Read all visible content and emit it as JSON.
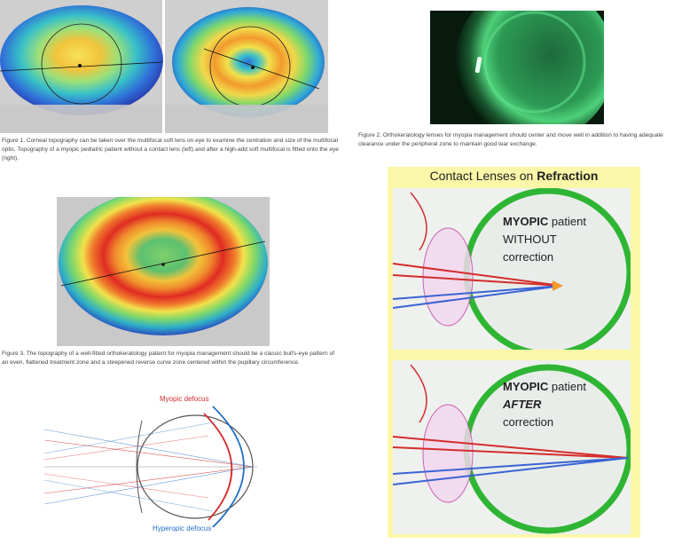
{
  "figure1": {
    "caption": "Figure 1. Corneal topography can be taken over the multifocal soft lens on eye to examine the centration and size of the multifocal optic. Topography of a myopic pediatric patient without a contact lens (left) and after a high-add soft multifocal is fitted onto the eye (right)."
  },
  "figure2": {
    "caption": "Figure 2. Orthokeratology lenses for myopia management should center and move well in addition to having adequate clearance under the peripheral zone to maintain good tear exchange."
  },
  "figure3": {
    "caption": "Figure 3. The topography of a well-fitted orthokeratology patient for myopia management should be a classic bull's-eye pattern of an even, flattened treatment zone and a steepened reverse curve zone centered within the pupillary circumference."
  },
  "defocus_diagram": {
    "myopic_label": "Myopic defocus",
    "hyperopic_label": "Hyperopic defocus",
    "colors": {
      "myopic": "#d42c2c",
      "hyperopic": "#1f6fc4"
    }
  },
  "refraction_poster": {
    "title_prefix": "Contact Lenses on ",
    "title_bold": "Refraction",
    "top_panel": {
      "line1_bold": "MYOPIC",
      "line1_rest": " patient",
      "line2": "WITHOUT",
      "line3": "correction"
    },
    "bottom_panel": {
      "line1_bold": "MYOPIC",
      "line1_rest": " patient",
      "line2": "AFTER",
      "line3": "correction"
    },
    "colors": {
      "background": "#fbf7a8",
      "eye_ring": "#2fb534"
    }
  }
}
